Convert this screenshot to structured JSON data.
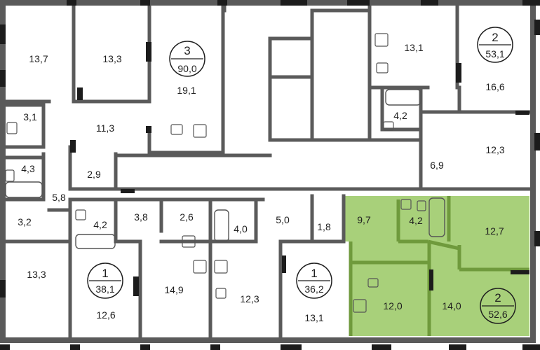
{
  "colors": {
    "wall": "#5a5a5a",
    "wall_dark": "#2b2b2b",
    "highlight": "#a8d07a",
    "highlight_wall": "#6f9a3c",
    "window": "#1c1c1c"
  },
  "rooms": [
    {
      "id": "r1",
      "area": "13,7"
    },
    {
      "id": "r2",
      "area": "13,3"
    },
    {
      "id": "r3",
      "area": "19,1"
    },
    {
      "id": "r4",
      "area": "13,1"
    },
    {
      "id": "r5",
      "area": "16,6"
    },
    {
      "id": "r6",
      "area": "3,1"
    },
    {
      "id": "r7",
      "area": "11,3"
    },
    {
      "id": "r8",
      "area": "4,2"
    },
    {
      "id": "r9",
      "area": "4,3"
    },
    {
      "id": "r10",
      "area": "2,9"
    },
    {
      "id": "r11",
      "area": "6,9"
    },
    {
      "id": "r12",
      "area": "12,3"
    },
    {
      "id": "r13",
      "area": "5,8"
    },
    {
      "id": "r14",
      "area": "3,2"
    },
    {
      "id": "r15",
      "area": "4,2"
    },
    {
      "id": "r16",
      "area": "3,8"
    },
    {
      "id": "r17",
      "area": "2,6"
    },
    {
      "id": "r18",
      "area": "4,0"
    },
    {
      "id": "r19",
      "area": "5,0"
    },
    {
      "id": "r20",
      "area": "1,8"
    },
    {
      "id": "r21",
      "area": "9,7"
    },
    {
      "id": "r22",
      "area": "4,2"
    },
    {
      "id": "r23",
      "area": "12,7"
    },
    {
      "id": "r24",
      "area": "13,3"
    },
    {
      "id": "r25",
      "area": "12,6"
    },
    {
      "id": "r26",
      "area": "14,9"
    },
    {
      "id": "r27",
      "area": "12,3"
    },
    {
      "id": "r28",
      "area": "13,1"
    },
    {
      "id": "r29",
      "area": "12,0"
    },
    {
      "id": "r30",
      "area": "14,0"
    }
  ],
  "apartments": [
    {
      "id": "a1",
      "rooms": "3",
      "area": "90,0"
    },
    {
      "id": "a2",
      "rooms": "2",
      "area": "53,1"
    },
    {
      "id": "a3",
      "rooms": "1",
      "area": "38,1"
    },
    {
      "id": "a4",
      "rooms": "1",
      "area": "36,2"
    },
    {
      "id": "a5",
      "rooms": "2",
      "area": "52,6"
    }
  ]
}
